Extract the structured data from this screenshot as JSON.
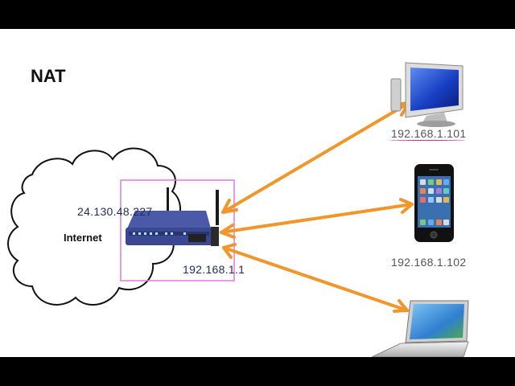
{
  "title": "NAT",
  "cloud_label": "Internet",
  "router": {
    "wan_ip": "24.130.48.227",
    "lan_ip": "192.168.1.1"
  },
  "devices": [
    {
      "type": "desktop",
      "ip": "192.168.1.101"
    },
    {
      "type": "smartphone",
      "ip": "192.168.1.102"
    },
    {
      "type": "laptop",
      "ip": ""
    }
  ],
  "colors": {
    "arrow": "#f0962a",
    "highlight_box": "#e07ad8",
    "ip_text": "#1f2a5a",
    "device_ip_text": "#555555",
    "underline": "#c8348f"
  },
  "icons": [
    "cloud-icon",
    "router-icon",
    "desktop-icon",
    "smartphone-icon",
    "laptop-icon"
  ]
}
